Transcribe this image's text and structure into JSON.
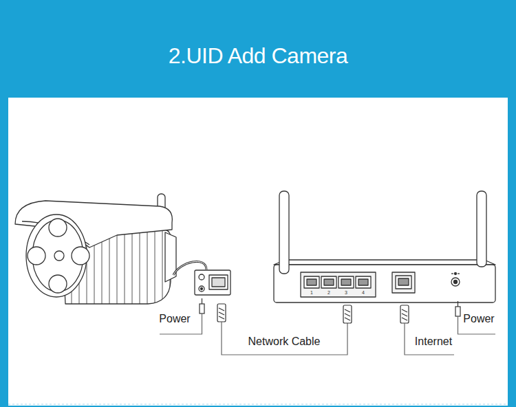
{
  "diagram": {
    "title": "2.UID Add Camera",
    "labels": [
      "Power",
      "Network Cable",
      "Internet",
      "Power",
      "1",
      "2",
      "3",
      "4"
    ]
  }
}
